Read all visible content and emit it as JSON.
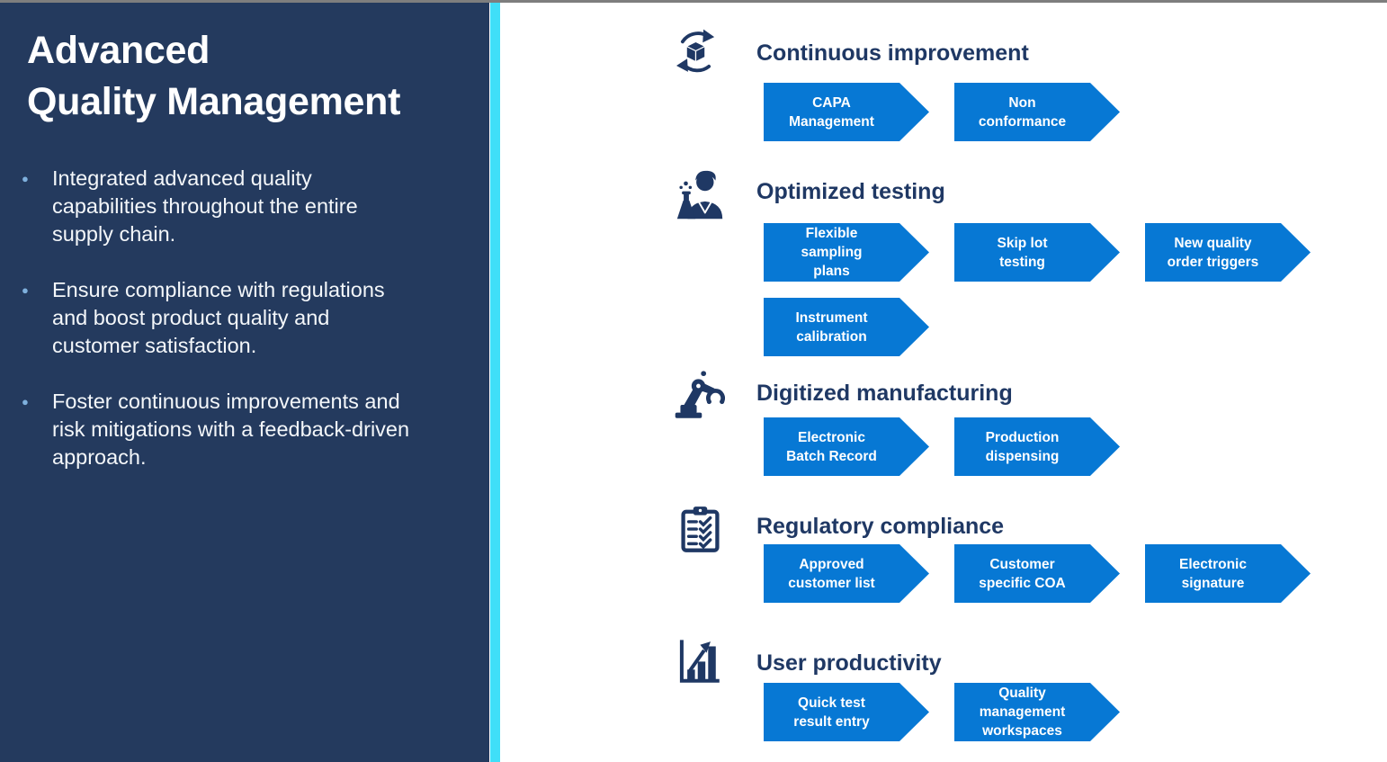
{
  "slide": {
    "background": "#FFFFFF",
    "top_border_color": "#7E7E7E"
  },
  "sidebar": {
    "background": "#243A5E",
    "accent_stripe_color": "#3FDFF8",
    "bullet_color": "#7FB0DD",
    "text_color": "#FFFFFF",
    "title": "Advanced\nQuality Management",
    "bullets": [
      "Integrated advanced quality\ncapabilities throughout the entire\nsupply chain.",
      "Ensure compliance with regulations\nand boost product quality and\ncustomer satisfaction.",
      "Foster continuous improvements and\nrisk mitigations with a feedback-driven\napproach."
    ]
  },
  "content_colors": {
    "heading_navy": "#1F3864",
    "chip_blue": "#0778D4",
    "chip_text": "#FFFFFF",
    "icon_navy": "#1F3864"
  },
  "sections": [
    {
      "title": "Continuous improvement",
      "icon": "cycle-package-icon",
      "chips": [
        "CAPA\nManagement",
        "Non\nconformance"
      ]
    },
    {
      "title": "Optimized testing",
      "icon": "lab-scientist-icon",
      "chips": [
        "Flexible\nsampling\nplans",
        "Skip lot\ntesting",
        "New quality\norder triggers",
        "Instrument\ncalibration"
      ]
    },
    {
      "title": "Digitized manufacturing",
      "icon": "robot-arm-icon",
      "chips": [
        "Electronic\nBatch Record",
        "Production\ndispensing"
      ]
    },
    {
      "title": "Regulatory compliance",
      "icon": "clipboard-checklist-icon",
      "chips": [
        "Approved\ncustomer list",
        "Customer\nspecific COA",
        "Electronic\nsignature"
      ]
    },
    {
      "title": "User productivity",
      "icon": "growth-chart-icon",
      "chips": [
        "Quick test\nresult entry",
        "Quality\nmanagement\nworkspaces"
      ]
    }
  ]
}
